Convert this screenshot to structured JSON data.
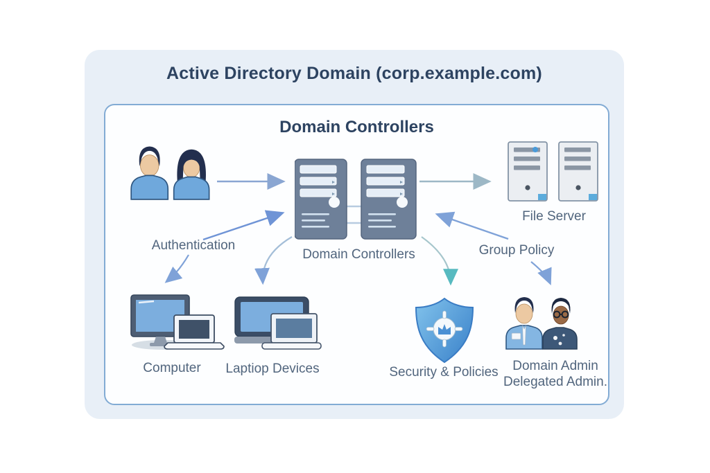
{
  "title": "Active Directory Domain (corp.example.com)",
  "panel": {
    "heading": "Domain Controllers"
  },
  "labels": {
    "authentication": "Authentication",
    "domain_controllers": "Domain Controllers",
    "group_policy": "Group Policy",
    "file_server": "File Server",
    "computer": "Computer",
    "laptop_devices": "Laptiop Devices",
    "security_policies": "Security & Policies",
    "domain_admin": "Domain Admin",
    "delegated_admin": "Delegated Admin."
  },
  "colors": {
    "outer_panel_bg": "#e8eff7",
    "inner_panel_border": "#82abd4",
    "heading_text": "#2d4361",
    "label_text": "#51657d",
    "arrow_blue": "#7fa2d8",
    "arrow_blue_strong": "#6f94d6",
    "arrow_gray": "#9db8c6",
    "arrow_teal": "#57bac0",
    "server_body": "#6e8099",
    "file_server_body": "#ebeef2",
    "shield_blue": "#4a90d4",
    "shirt_blue": "#6fa8dc"
  }
}
